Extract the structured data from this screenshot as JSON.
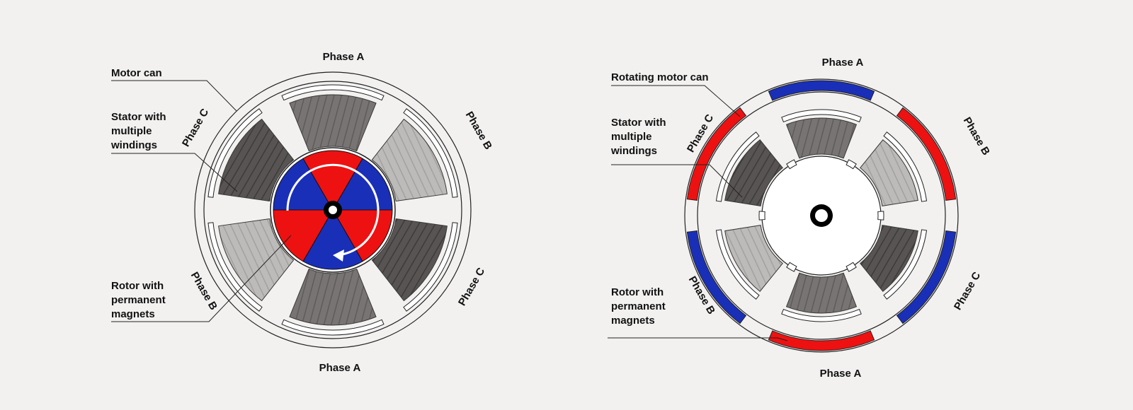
{
  "diagrams": [
    {
      "callouts": [
        "Motor can",
        "Stator with",
        "multiple",
        "windings",
        "Rotor with",
        "permanent",
        "magnets"
      ],
      "phase_labels": [
        "Phase A",
        "Phase B",
        "Phase C",
        "Phase A",
        "Phase B",
        "Phase C"
      ]
    },
    {
      "callouts": [
        "Rotating motor can",
        "Stator with",
        "multiple",
        "windings",
        "Rotor with",
        "permanent",
        "magnets"
      ],
      "phase_labels": [
        "Phase A",
        "Phase B",
        "Phase C",
        "Phase A",
        "Phase B",
        "Phase C"
      ]
    }
  ],
  "colors": {
    "magnet_north": "#ee1111",
    "magnet_south": "#1a2fb8",
    "winding_dark": "#5a5756",
    "winding_mid": "#7a7776",
    "winding_light": "#b9b7b6",
    "outline": "#222222",
    "background": "#f2f1f0"
  }
}
